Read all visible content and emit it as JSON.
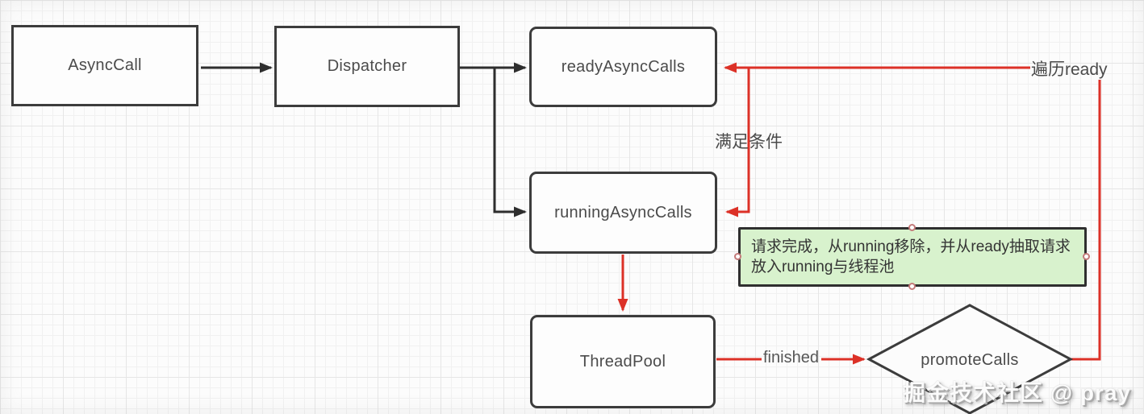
{
  "diagram": {
    "nodes": {
      "async_call": {
        "label": "AsyncCall"
      },
      "dispatcher": {
        "label": "Dispatcher"
      },
      "ready_async_calls": {
        "label": "readyAsyncCalls"
      },
      "running_async_calls": {
        "label": "runningAsyncCalls"
      },
      "thread_pool": {
        "label": "ThreadPool"
      },
      "promote_calls": {
        "label": "promoteCalls"
      }
    },
    "note": {
      "text": "请求完成，从running移除，并从ready抽取请求放入running与线程池"
    },
    "edge_labels": {
      "traverse_ready": "遍历ready",
      "condition_met": "满足条件",
      "finished": "finished"
    },
    "colors": {
      "line_black": "#2e2e2e",
      "line_red": "#dc3127",
      "node_border": "#3c3c3c",
      "node_fill": "#fdfdfd",
      "note_fill": "#d8f2cd",
      "handle_ring": "#c47a7a"
    }
  },
  "watermark": {
    "text": "掘金技术社区 @ pray"
  }
}
